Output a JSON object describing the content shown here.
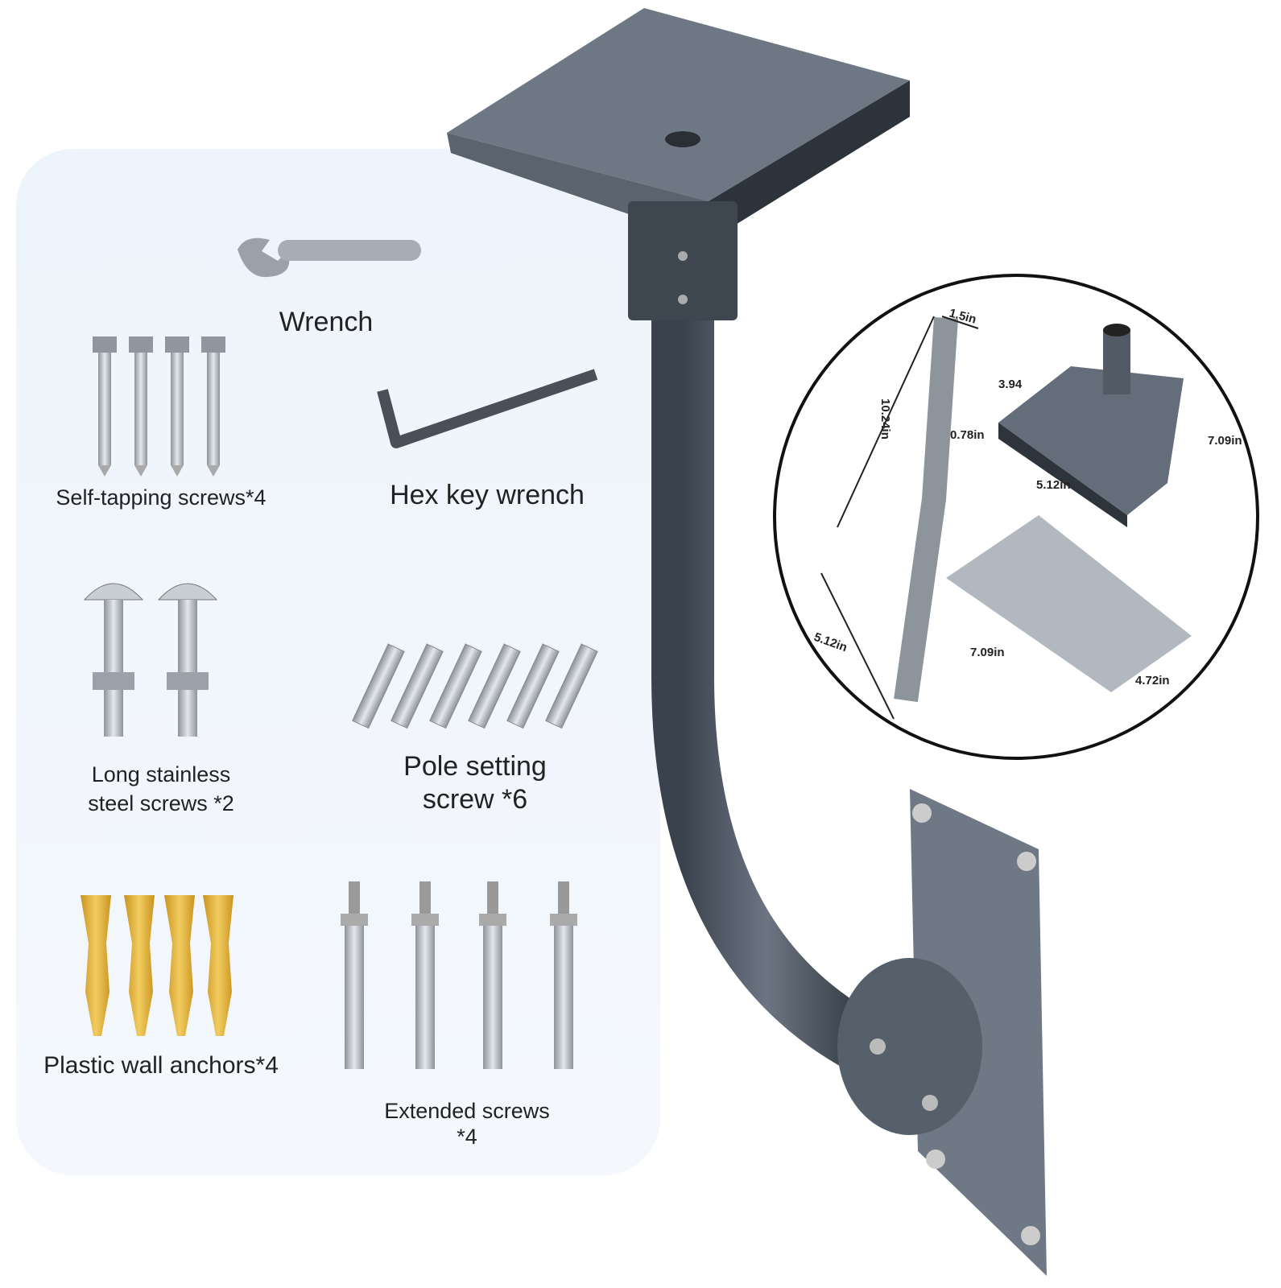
{
  "accessories": [
    {
      "label": "Wrench"
    },
    {
      "label": "Self-tapping screws*4"
    },
    {
      "label": "Hex key wrench"
    },
    {
      "label": "Long stainless",
      "label2": "steel screws *2"
    },
    {
      "label": "Pole setting",
      "label2": "screw *6"
    },
    {
      "label": "Plastic wall anchors*4"
    },
    {
      "label": "Extended screws",
      "label2": "*4"
    }
  ],
  "dimensions": {
    "pipe_diameter": "1.5in",
    "pipe_long": "10.24in",
    "pipe_short": "5.12in",
    "top_plate_depth": "3.94",
    "top_plate_height": "0.78in",
    "top_plate_width": "5.12in",
    "top_plate_length": "7.09in",
    "wall_plate_length": "7.09in",
    "wall_plate_width": "4.72in"
  },
  "colors": {
    "metal_dark": "#4a5360",
    "metal_light": "#a9b0b8",
    "anchor_yellow": "#e8b840",
    "panel_bg": "#eef4fb"
  }
}
